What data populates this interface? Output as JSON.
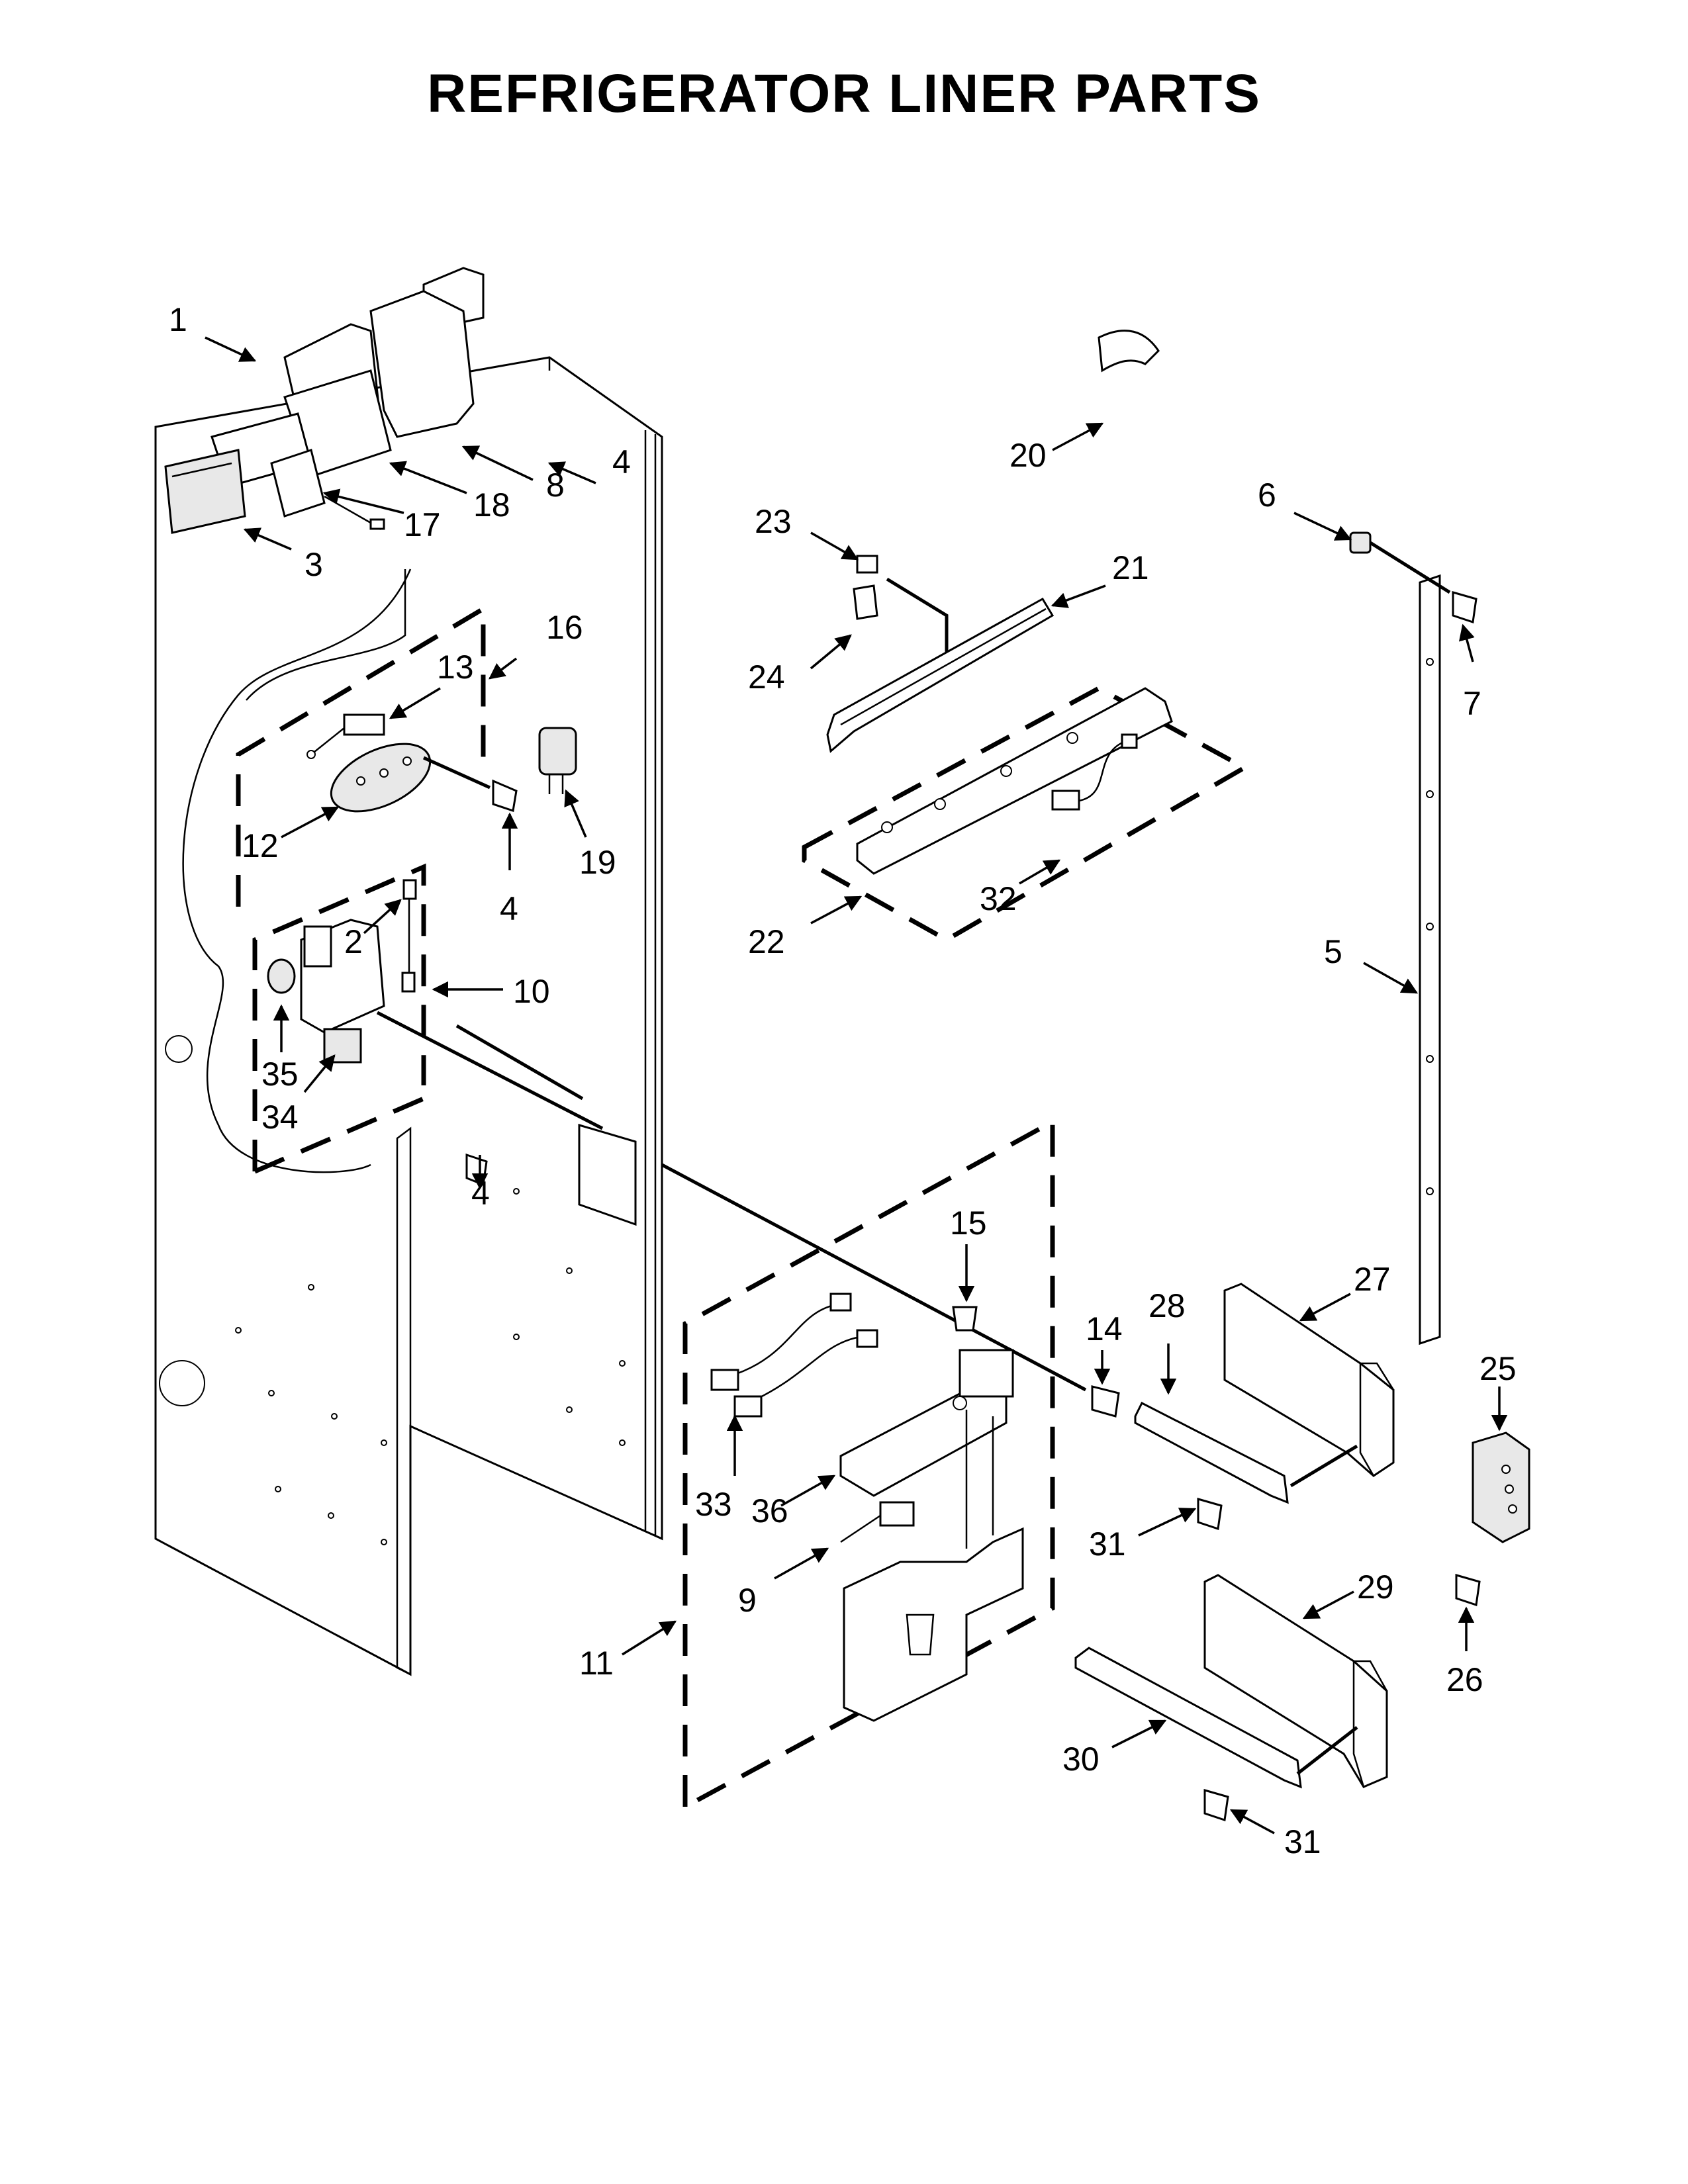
{
  "title": "REFRIGERATOR LINER PARTS",
  "callouts": [
    "1",
    "2",
    "3",
    "4",
    "4",
    "4",
    "5",
    "6",
    "7",
    "8",
    "9",
    "10",
    "11",
    "12",
    "13",
    "14",
    "15",
    "16",
    "17",
    "18",
    "19",
    "20",
    "21",
    "22",
    "23",
    "24",
    "25",
    "26",
    "27",
    "28",
    "29",
    "30",
    "31",
    "31",
    "32",
    "33",
    "34",
    "35",
    "36"
  ]
}
